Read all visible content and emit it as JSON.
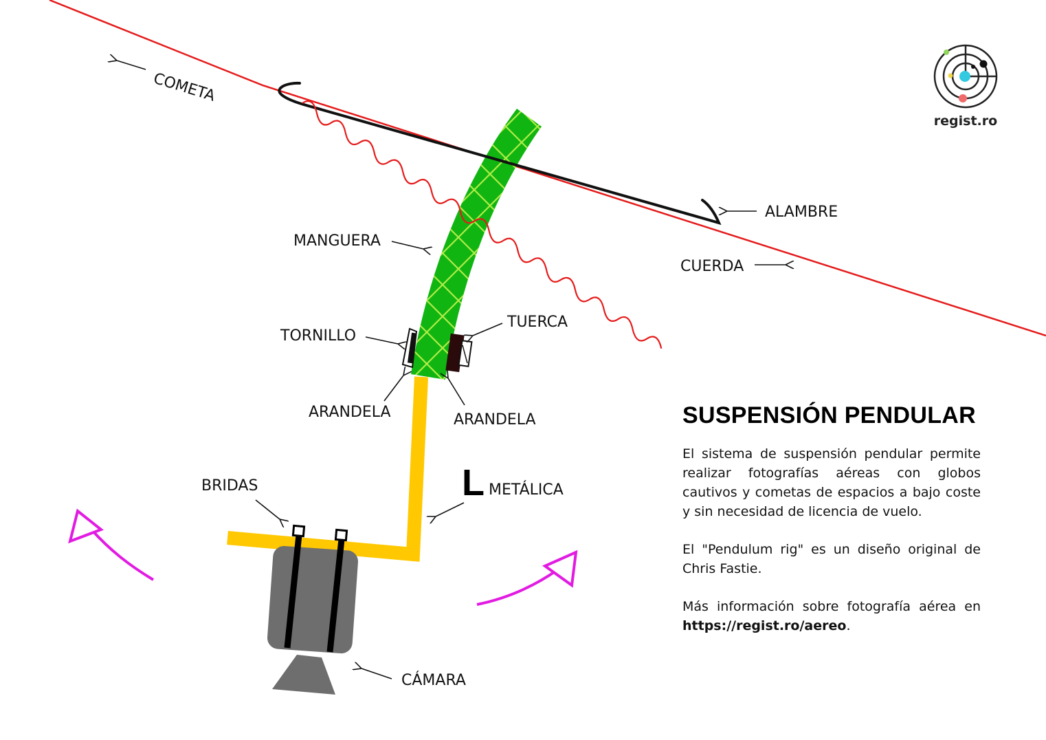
{
  "logo": {
    "text": "regist.ro"
  },
  "labels": {
    "cometa": "COMETA",
    "alambre": "ALAMBRE",
    "cuerda": "CUERDA",
    "manguera": "MANGUERA",
    "tornillo": "TORNILLO",
    "tuerca": "TUERCA",
    "arandela_left": "ARANDELA",
    "arandela_right": "ARANDELA",
    "bridas": "BRIDAS",
    "l_letter": "L",
    "metalica": "METÁLICA",
    "camara": "CÁMARA"
  },
  "info": {
    "title": "SUSPENSIÓN PENDULAR",
    "p1": "El sistema de suspensión pendular permite realizar fotografías aéreas con globos cautivos y cometas de espacios a bajo coste y sin necesidad de licencia de vuelo.",
    "p2": "El \"Pendulum rig\" es un diseño original de Chris Fastie.",
    "p3_prefix": "Más información sobre fotografía aérea en",
    "p3_link": "https://regist.ro/aereo",
    "p3_suffix": "."
  },
  "colors": {
    "rope": "#e51b1b",
    "wire": "#111111",
    "hose": "#11b511",
    "hose_pattern": "#b8f04a",
    "bracket": "#ffc800",
    "camera": "#6e6e6e",
    "arrows": "#e21be2",
    "logo_cyan": "#33c9e0",
    "logo_pink": "#f06a6a",
    "logo_green": "#8fd65a",
    "logo_yellow": "#f2d64a"
  }
}
